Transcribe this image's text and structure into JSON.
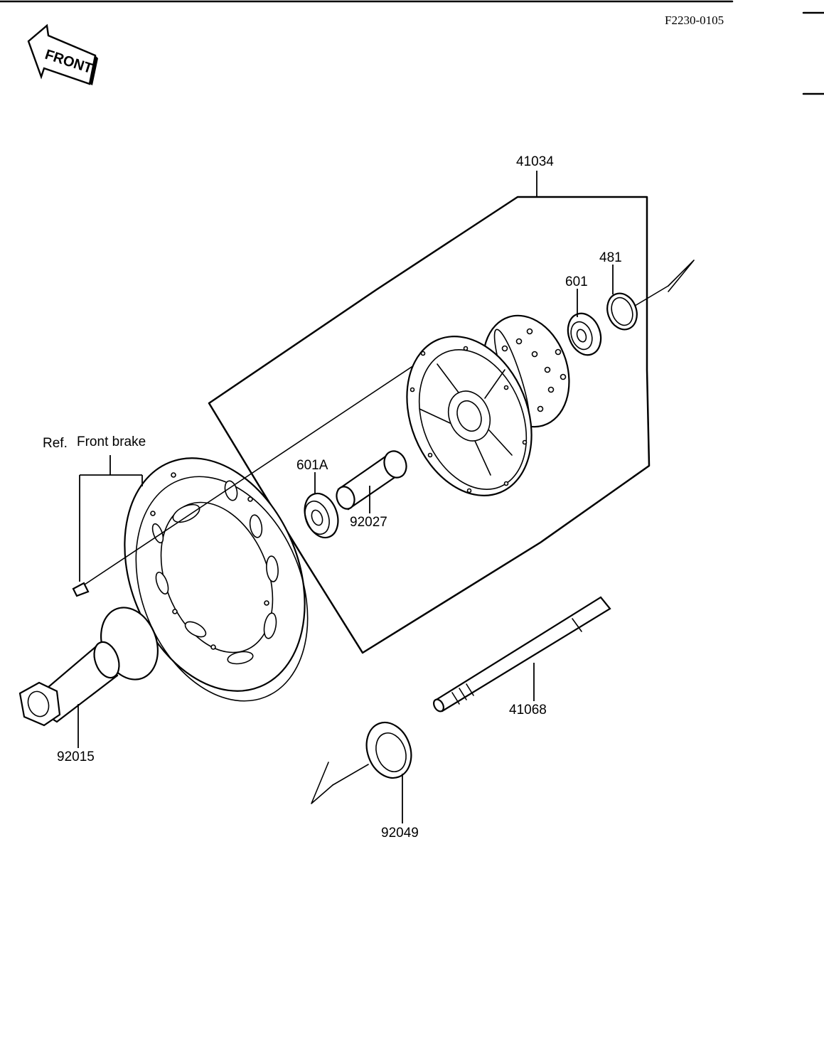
{
  "header": {
    "diagram_code": "F2230-0105",
    "front_arrow_label": "FRONT"
  },
  "reference": {
    "ref_prefix": "Ref.",
    "ref_text": "Front brake"
  },
  "parts": [
    {
      "id": "p41034",
      "number": "41034"
    },
    {
      "id": "p481",
      "number": "481"
    },
    {
      "id": "p601",
      "number": "601"
    },
    {
      "id": "p601A",
      "number": "601A"
    },
    {
      "id": "p92027",
      "number": "92027"
    },
    {
      "id": "p41068",
      "number": "41068"
    },
    {
      "id": "p92015",
      "number": "92015"
    },
    {
      "id": "p92049",
      "number": "92049"
    }
  ]
}
